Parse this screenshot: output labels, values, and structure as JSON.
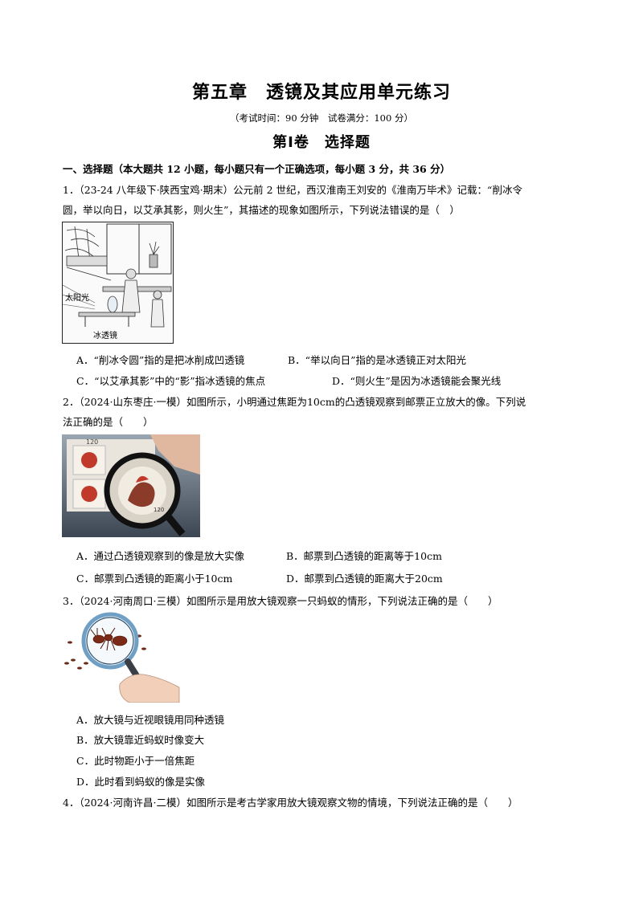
{
  "header": {
    "title": "第五章　透镜及其应用单元练习",
    "subtitle": "（考试时间：90 分钟　试卷满分：100 分）",
    "volume": "第Ⅰ卷　选择题"
  },
  "section": {
    "heading": "一、选择题（本大题共 12 小题，每小题只有一个正确选项，每小题 3 分，共 36 分）"
  },
  "q1": {
    "line1": "1．（23-24 八年级下·陕西宝鸡·期末）公元前 2 世纪，西汉淮南王刘安的《淮南万毕术》记载：“削冰令",
    "line2": "圆，举以向日，以艾承其影，则火生”，其描述的现象如图所示，下列说法错误的是（　）",
    "fig_label_sun": "太阳光",
    "fig_label_lens": "冰透镜",
    "optA": "A．“削冰令圆”指的是把冰削成凹透镜",
    "optB": "B．“举以向日”指的是冰透镜正对太阳光",
    "optC": "C．“以艾承其影”中的“影”指冰透镜的焦点",
    "optD": "D．“则火生”是因为冰透镜能会聚光线"
  },
  "q2": {
    "line1": "2．（2024·山东枣庄·一模）如图所示，小明通过焦距为10cm的凸透镜观察到邮票正立放大的像。下列说",
    "line2": "法正确的是（　　）",
    "stamp_value1": "120",
    "stamp_value2": "120",
    "optA": "A．通过凸透镜观察到的像是放大实像",
    "optB": "B．邮票到凸透镜的距离等于10cm",
    "optC": "C．邮票到凸透镜的距离小于10cm",
    "optD": "D．邮票到凸透镜的距离大于20cm"
  },
  "q3": {
    "line1": "3．（2024·河南周口·三模）如图所示是用放大镜观察一只蚂蚁的情形，下列说法正确的是（　　）",
    "optA": "A．放大镜与近视眼镜用同种透镜",
    "optB": "B．放大镜靠近蚂蚁时像变大",
    "optC": "C．此时物距小于一倍焦距",
    "optD": "D．此时看到蚂蚁的像是实像"
  },
  "q4": {
    "line1": "4．（2024·河南许昌·二模）如图所示是考古学家用放大镜观察文物的情境，下列说法正确的是（　　）"
  }
}
